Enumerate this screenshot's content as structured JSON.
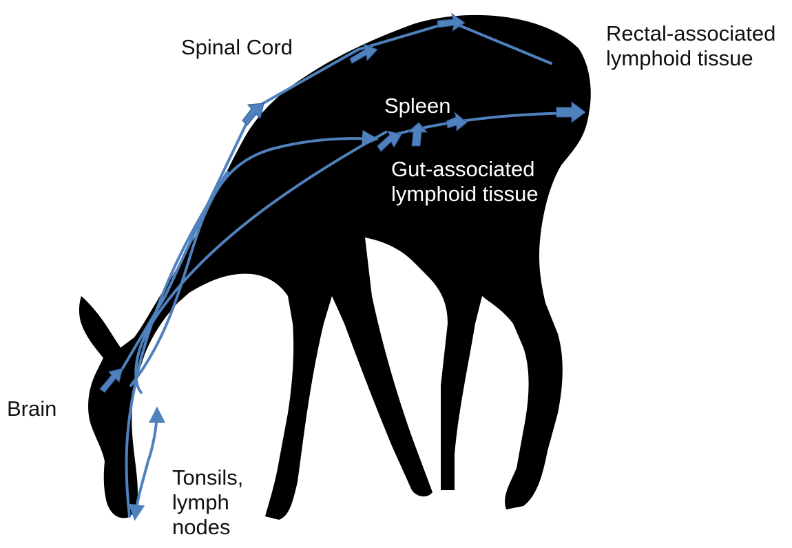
{
  "labels": {
    "spinal_cord": "Spinal Cord",
    "rectal": "Rectal-associated\nlymphoid tissue",
    "spleen": "Spleen",
    "gut": "Gut-associated\nlymphoid tissue",
    "brain": "Brain",
    "tonsils": "Tonsils,\nlymph\nnodes"
  },
  "colors": {
    "silhouette": "#000000",
    "arrow": "#4f81bd",
    "text_dark": "#111111",
    "text_light": "#ffffff"
  }
}
